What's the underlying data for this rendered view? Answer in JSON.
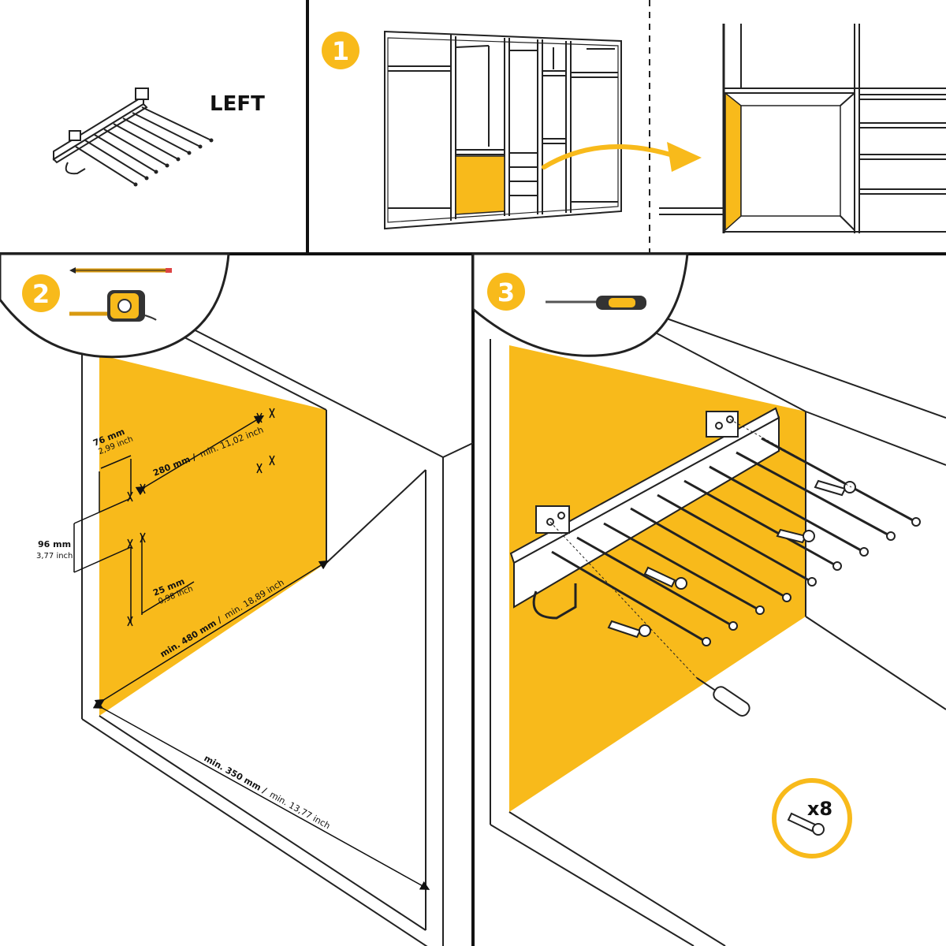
{
  "panel_top_left": {
    "side_label": "LEFT"
  },
  "steps": [
    {
      "number": "1"
    },
    {
      "number": "2"
    },
    {
      "number": "3"
    }
  ],
  "dimensions": {
    "d76_metric": "76 mm",
    "d76_imperial": "2,99 inch",
    "d280_metric": "280 mm /",
    "d280_imperial": "min. 11,02 inch",
    "d96_metric": "96 mm",
    "d96_imperial": "3,77 inch",
    "d25_metric": "25 mm",
    "d25_imperial": "0,98 inch",
    "d480_metric": "min. 480 mm /",
    "d480_imperial": "min. 18,89 inch",
    "d350_metric": "min. 350 mm /",
    "d350_imperial": "min. 13,77 inch"
  },
  "screws": {
    "quantity": "x8"
  },
  "colors": {
    "accent": "#F8BA1B",
    "line": "#222222",
    "background": "#FFFFFF"
  },
  "icons": [
    "pencil-icon",
    "tape-measure-icon",
    "screwdriver-icon",
    "screw-icon",
    "rack-icon",
    "wardrobe-icon",
    "arrow-icon"
  ]
}
